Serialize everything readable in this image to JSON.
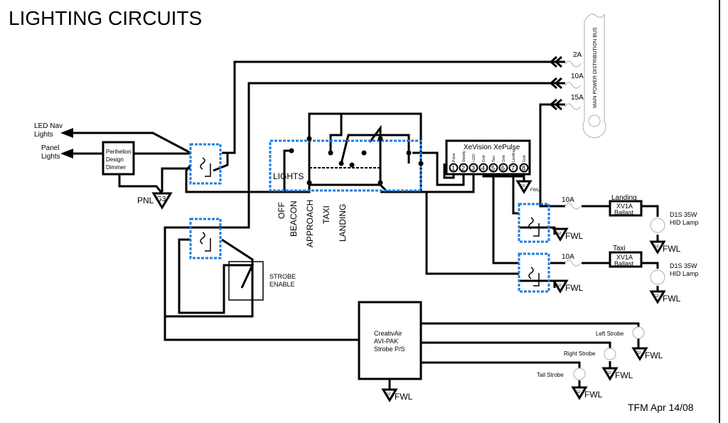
{
  "title": "LIGHTING CIRCUITS",
  "bus": {
    "label": "MAIN POWER DISTRIBUTION BUS",
    "fuses": [
      "2A",
      "10A",
      "15A"
    ]
  },
  "outputs": {
    "nav": [
      "LED Nav",
      "Lights"
    ],
    "panel": [
      "Panel",
      "Lights"
    ]
  },
  "dimmer": [
    "Perihelion",
    "Design",
    "Dimmer"
  ],
  "panel_ground": {
    "prefix": "PNL",
    "label": "G3"
  },
  "switch": {
    "label": "LIGHTS",
    "positions": [
      "OFF",
      "BEACON",
      "APPROACH",
      "TAXI",
      "LANDING"
    ]
  },
  "strobe_enable": [
    "STROBE",
    "ENABLE"
  ],
  "xevision": {
    "title": "XeVision XePulse",
    "pins": [
      {
        "num": "1",
        "label": "Pulse"
      },
      {
        "num": "2",
        "label": "Steady"
      },
      {
        "num": "3",
        "label": "+12V"
      },
      {
        "num": "4",
        "label": "Gnd"
      },
      {
        "num": "5",
        "label": "Taxi"
      },
      {
        "num": "6",
        "label": "Gnd"
      },
      {
        "num": "7",
        "label": "Landing"
      },
      {
        "num": "8",
        "label": "Gnd"
      }
    ]
  },
  "ground": {
    "symbol": "G2",
    "label": "FWL"
  },
  "landing": {
    "fuse": "10A",
    "name": "Landing",
    "ballast": [
      "XV1A",
      "Ballast"
    ],
    "lamp": [
      "D1S 35W",
      "HID Lamp"
    ]
  },
  "taxi": {
    "fuse": "10A",
    "name": "Taxi",
    "ballast": [
      "XV1A",
      "Ballast"
    ],
    "lamp": [
      "D1S 35W",
      "HID Lamp"
    ]
  },
  "strobe_ps": [
    "CreativAir",
    "AVI-PAK",
    "Strobe P/S"
  ],
  "strobes": [
    "Left Strobe",
    "Right Strobe",
    "Tail Strobe"
  ],
  "footer": "TFM Apr 14/08",
  "colors": {
    "breaker_outline": "#1e7fe0",
    "wire": "#000000"
  }
}
